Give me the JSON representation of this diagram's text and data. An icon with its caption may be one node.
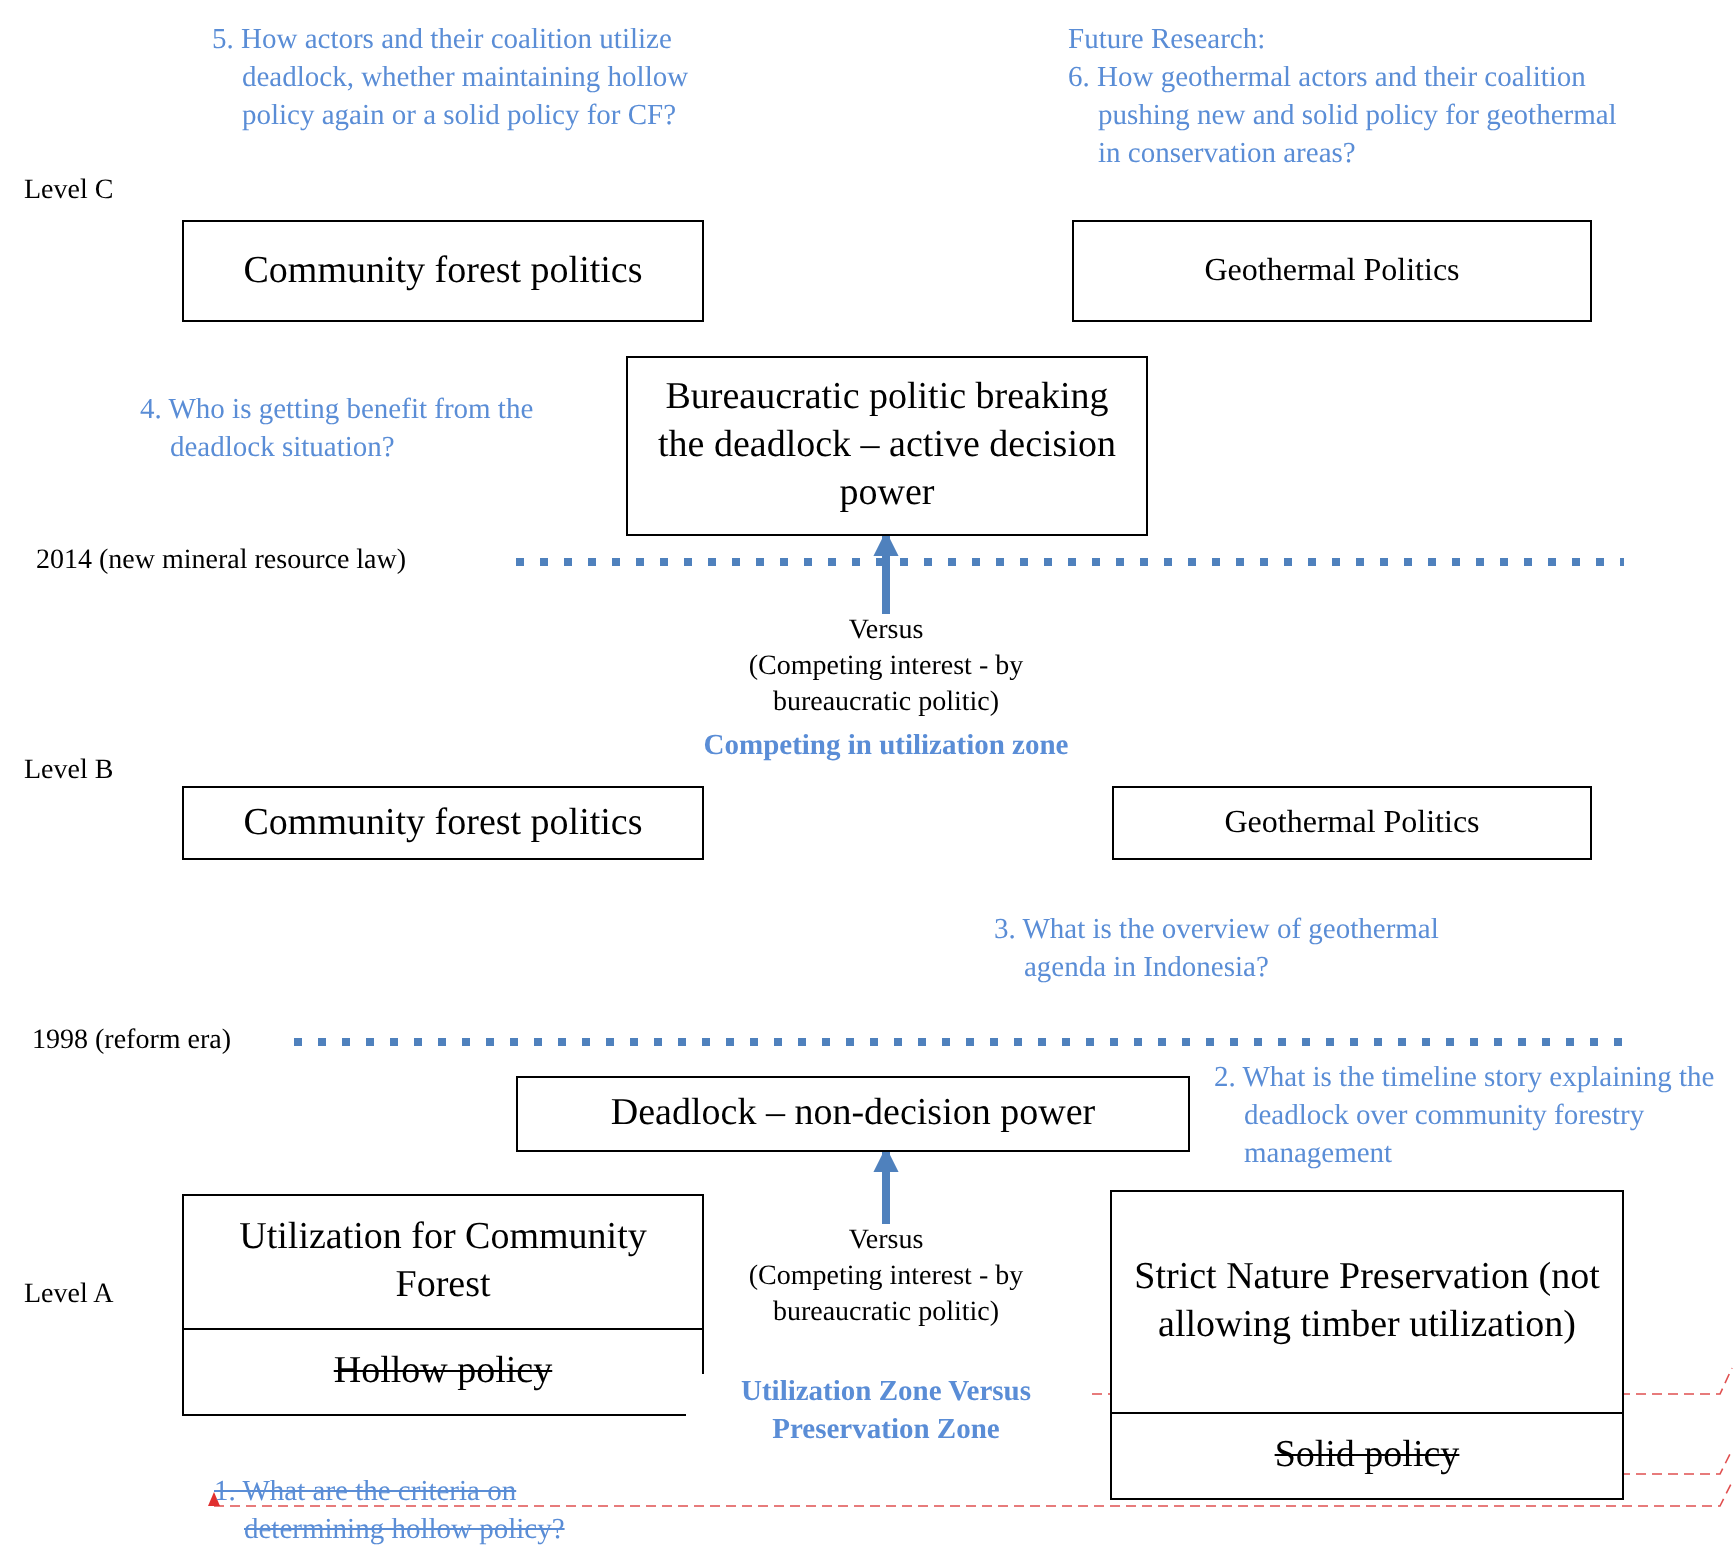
{
  "diagram": {
    "nodes": [
      {
        "text": [
          "Community forest politics"
        ]
      },
      {
        "text": [
          "Geothermal Politics"
        ]
      },
      {
        "text": [
          "Bureaucratic politic breaking the deadlock – active decision power"
        ]
      },
      {
        "text": [
          "Community forest politics"
        ]
      },
      {
        "text": [
          "Geothermal Politics"
        ]
      },
      {
        "text": [
          "Deadlock – non-decision power"
        ]
      },
      {
        "text": [
          "Utilization for Community Forest",
          "Hollow policy"
        ]
      },
      {
        "text": [
          "Strict Nature Preservation (not allowing timber utilization)",
          "Solid policy"
        ]
      },
      {
        "text": [
          "Versus",
          "(Competing interest - by bureaucratic politic)"
        ]
      },
      {
        "text": [
          "Versus",
          "(Competing interest - by bureaucratic politic)"
        ]
      }
    ],
    "edges": [
      {
        "from": 8,
        "to": 5,
        "arrow": "to"
      },
      {
        "from": 9,
        "to": 2,
        "arrow": "to"
      }
    ],
    "labels": [
      "5. How actors and their coalition utilize deadlock, whether maintaining hollow policy again or a solid policy for CF?",
      "Future Research:",
      "6. How geothermal actors and their coalition pushing new and solid policy for geothermal in conservation areas?",
      "Level C",
      "4. Who is getting benefit from the deadlock situation?",
      "2014 (new mineral resource law)",
      "Competing in utilization zone",
      "Level B",
      "3. What is the overview of geothermal agenda in Indonesia?",
      "1998 (reform era)",
      "2. What is the timeline story explaining the deadlock over community forestry management",
      "Level A",
      "Utilization Zone Versus Preservation Zone",
      "1. What are the criteria on determining hollow policy?"
    ]
  }
}
